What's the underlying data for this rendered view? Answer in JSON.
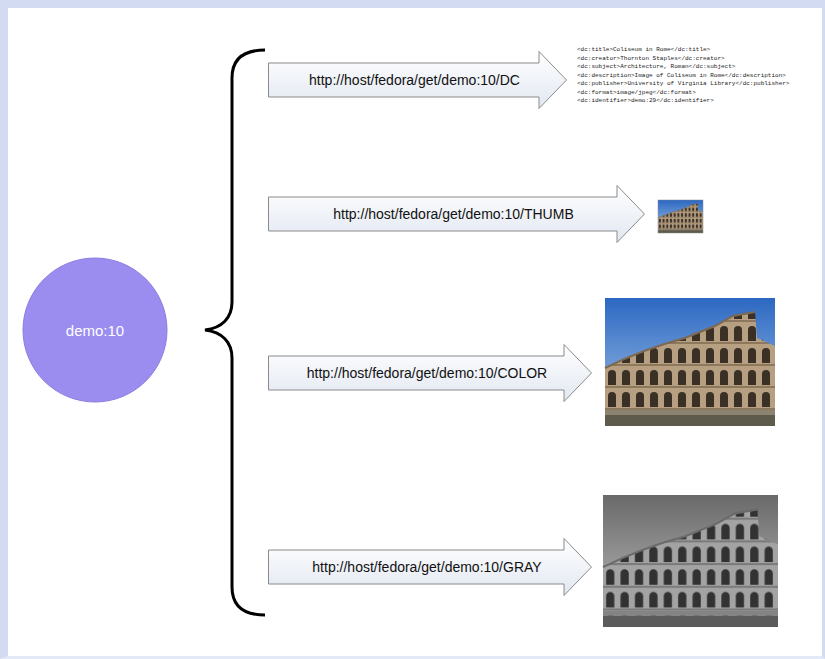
{
  "diagram": {
    "nodes": [
      {
        "text": [
          "demo:10"
        ]
      },
      {
        "text": [
          "http://host/fedora/get/demo:10/DC"
        ]
      },
      {
        "text": [
          "http://host/fedora/get/demo:10/THUMB"
        ]
      },
      {
        "text": [
          "http://host/fedora/get/demo:10/COLOR"
        ]
      },
      {
        "text": [
          "http://host/fedora/get/demo:10/GRAY"
        ]
      }
    ],
    "labels": [
      "<dc:title>Coliseum in Rome</dc:title>",
      "<dc:creator>Thornton Staples</dc:creator>",
      "<dc:subject>Architecture, Roman</dc:subject>",
      "<dc:description>Image of Coliseum in Rome</dc:description>",
      "<dc:publisher>University of Virginia Library</dc:publisher>",
      "<dc:format>image/jpeg</dc:format>",
      "<dc:identifier>demo:29</dc:identifier>"
    ]
  }
}
